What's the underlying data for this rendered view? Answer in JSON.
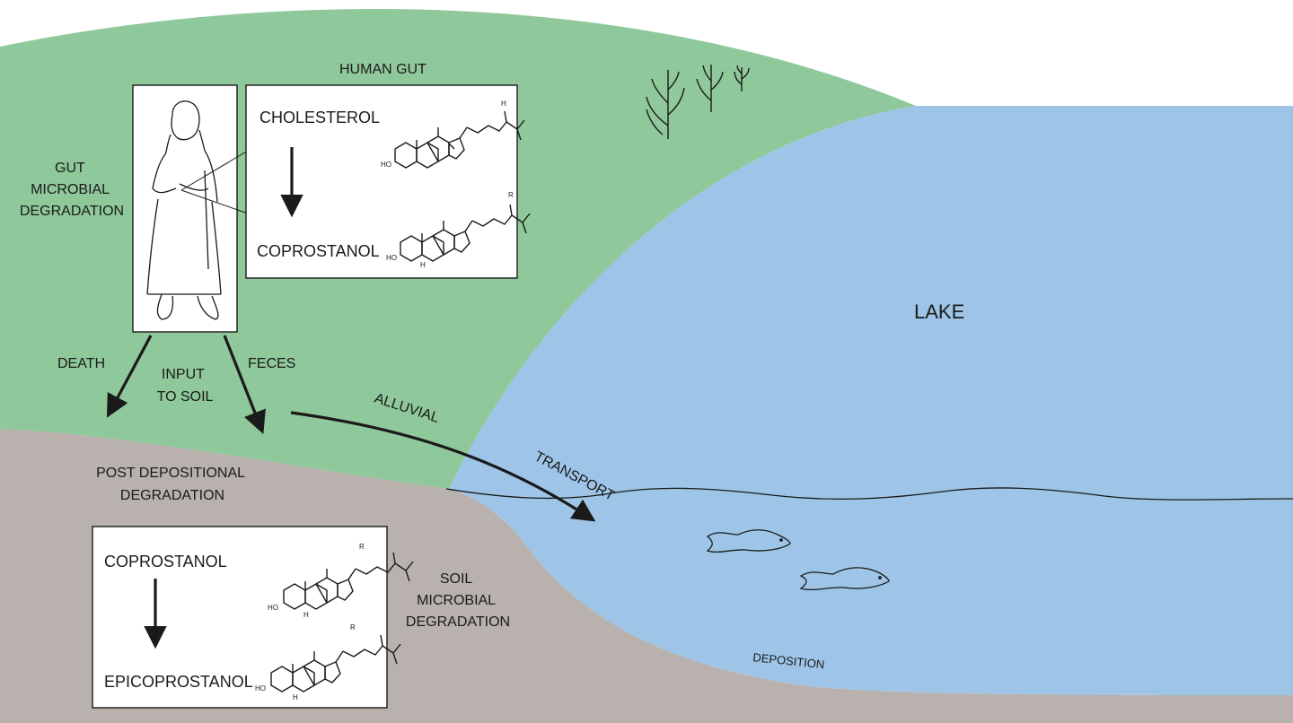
{
  "labels": {
    "human_gut": "HUMAN GUT",
    "gut_microbial_degradation": [
      "GUT",
      "MICROBIAL",
      "DEGRADATION"
    ],
    "cholesterol": "CHOLESTEROL",
    "coprostanol_top": "COPROSTANOL",
    "lake": "LAKE",
    "death": "DEATH",
    "input_to_soil": [
      "INPUT",
      "TO SOIL"
    ],
    "feces": "FECES",
    "alluvial": "ALLUVIAL",
    "transport": "TRANSPORT",
    "post_depositional_degradation": [
      "POST DEPOSITIONAL",
      "DEGRADATION"
    ],
    "coprostanol_bottom": "COPROSTANOL",
    "epicoprostanol": "EPICOPROSTANOL",
    "soil_microbial_degradation": [
      "SOIL",
      "MICROBIAL",
      "DEGRADATION"
    ],
    "deposition": "DEPOSITION"
  },
  "structure_text": {
    "ho": "HO",
    "h": "H",
    "r": "R"
  },
  "colors": {
    "land": "#8fc89a",
    "soil": "#b9b1ad",
    "lake": "#9ec5e8",
    "ink": "#1a1a1a",
    "box_fill": "#ffffff"
  }
}
